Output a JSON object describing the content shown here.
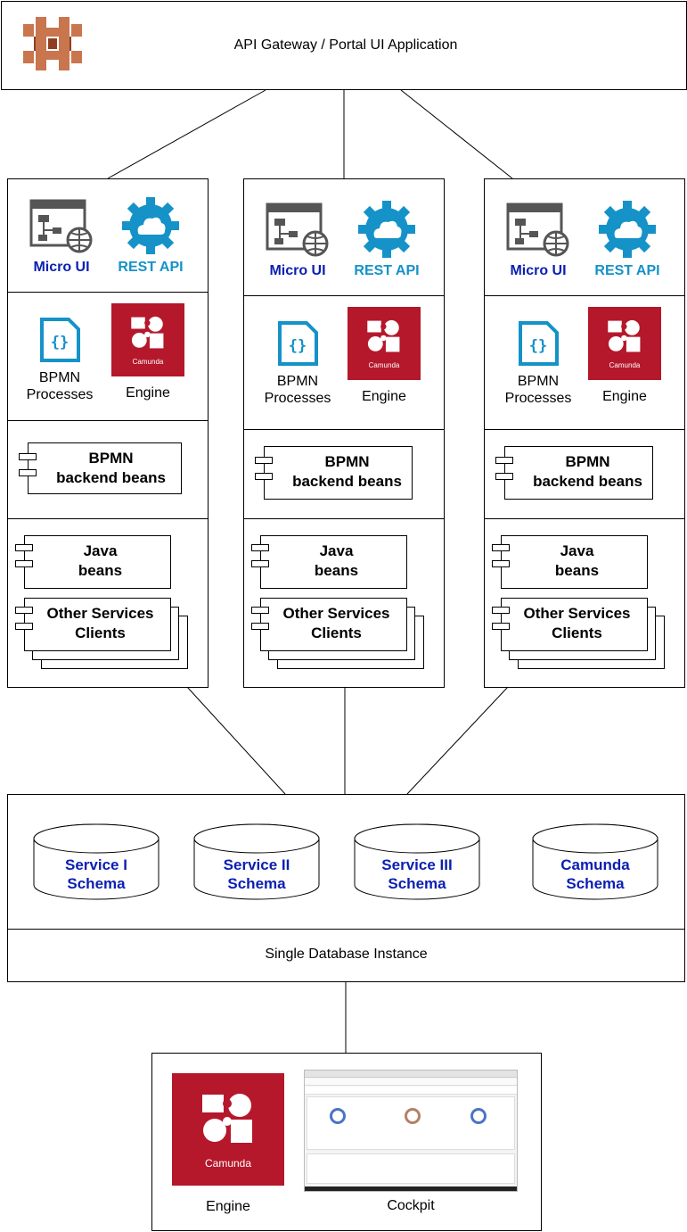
{
  "gateway": {
    "title": "API Gateway / Portal UI Application"
  },
  "services": [
    {
      "micro_ui": "Micro UI",
      "rest_api": "REST API",
      "bpmn_processes": [
        "BPMN",
        "Processes"
      ],
      "engine": "Engine",
      "camunda_logo": "Camunda",
      "bpmn_beans": [
        "BPMN",
        "backend beans"
      ],
      "java_beans": [
        "Java",
        "beans"
      ],
      "other_clients": [
        "Other Services",
        "Clients"
      ]
    },
    {
      "micro_ui": "Micro UI",
      "rest_api": "REST API",
      "bpmn_processes": [
        "BPMN",
        "Processes"
      ],
      "engine": "Engine",
      "camunda_logo": "Camunda",
      "bpmn_beans": [
        "BPMN",
        "backend beans"
      ],
      "java_beans": [
        "Java",
        "beans"
      ],
      "other_clients": [
        "Other Services",
        "Clients"
      ]
    },
    {
      "micro_ui": "Micro UI",
      "rest_api": "REST API",
      "bpmn_processes": [
        "BPMN",
        "Processes"
      ],
      "engine": "Engine",
      "camunda_logo": "Camunda",
      "bpmn_beans": [
        "BPMN",
        "backend beans"
      ],
      "java_beans": [
        "Java",
        "beans"
      ],
      "other_clients": [
        "Other Services",
        "Clients"
      ]
    }
  ],
  "database": {
    "schemas": [
      [
        "Service I",
        "Schema"
      ],
      [
        "Service II",
        "Schema"
      ],
      [
        "Service III",
        "Schema"
      ],
      [
        "Camunda",
        "Schema"
      ]
    ],
    "instance_label": "Single Database Instance"
  },
  "bottom": {
    "engine_label": "Engine",
    "camunda_logo": "Camunda",
    "cockpit_label": "Cockpit"
  },
  "colors": {
    "camunda_red": "#b5172b",
    "micro_ui_blue": "#0b1fb2",
    "rest_api_cyan": "#1592c8",
    "gateway_logo": "#c9754e"
  }
}
